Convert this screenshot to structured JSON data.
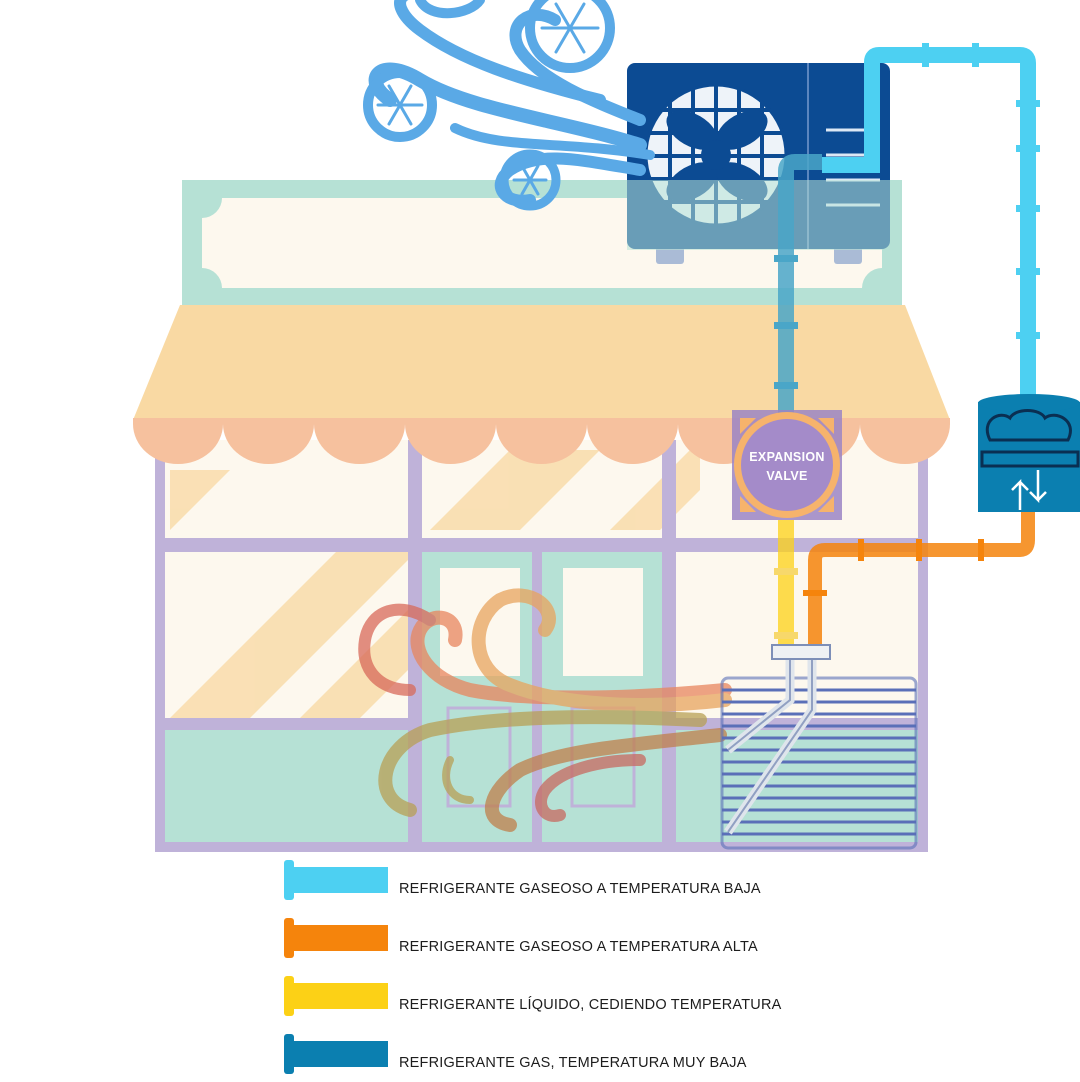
{
  "diagram": {
    "valve_label_line1": "EXPANSION",
    "valve_label_line2": "VALVE"
  },
  "legend": {
    "items": [
      {
        "label": "REFRIGERANTE GASEOSO A TEMPERATURA BAJA",
        "color": "#4dd0f2"
      },
      {
        "label": "REFRIGERANTE GASEOSO A TEMPERATURA ALTA",
        "color": "#f5840c"
      },
      {
        "label": "REFRIGERANTE LÍQUIDO, CEDIENDO TEMPERATURA",
        "color": "#fcd116"
      },
      {
        "label": "REFRIGERANTE GAS, TEMPERATURA MUY BAJA",
        "color": "#0b7fb0"
      }
    ]
  },
  "colors": {
    "outdoor_unit": "#0c4b93",
    "awning": "#f9d9a3",
    "awning_scallop": "#f6c19e",
    "sign": "#b6e1d5",
    "frame": "#bfb2d9",
    "valve": "#a48bc9"
  }
}
